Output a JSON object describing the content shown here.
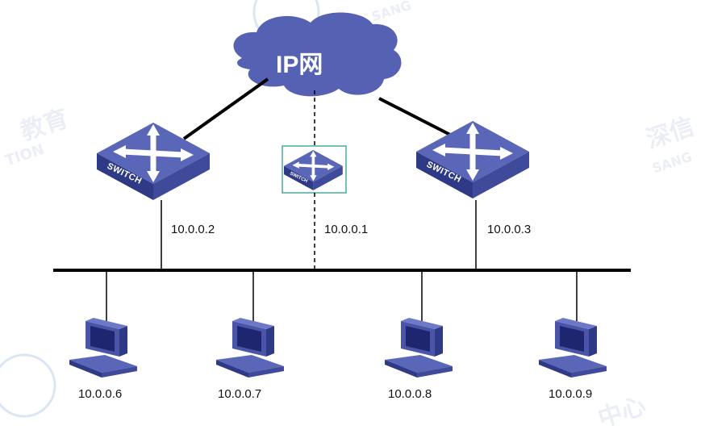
{
  "cloud": {
    "label": "IP网"
  },
  "switches": [
    {
      "id": "sw-left",
      "badge": "SWITCH",
      "ip": "10.0.0.2"
    },
    {
      "id": "sw-virtual",
      "badge": "SWITCH",
      "ip": "10.0.0.1"
    },
    {
      "id": "sw-right",
      "badge": "SWITCH",
      "ip": "10.0.0.3"
    }
  ],
  "hosts": [
    {
      "ip": "10.0.0.6"
    },
    {
      "ip": "10.0.0.7"
    },
    {
      "ip": "10.0.0.8"
    },
    {
      "ip": "10.0.0.9"
    }
  ],
  "colors": {
    "device_fill": "#4a55a8",
    "device_dark": "#2f3a86",
    "device_light": "#6c78c8",
    "cloud_fill": "#5561b3",
    "highlight_box": "#4aa89a",
    "line": "#000000"
  },
  "watermark": {
    "lines": [
      "教育",
      "深信",
      "TION",
      "SANG",
      "中心",
      "SANG"
    ]
  }
}
